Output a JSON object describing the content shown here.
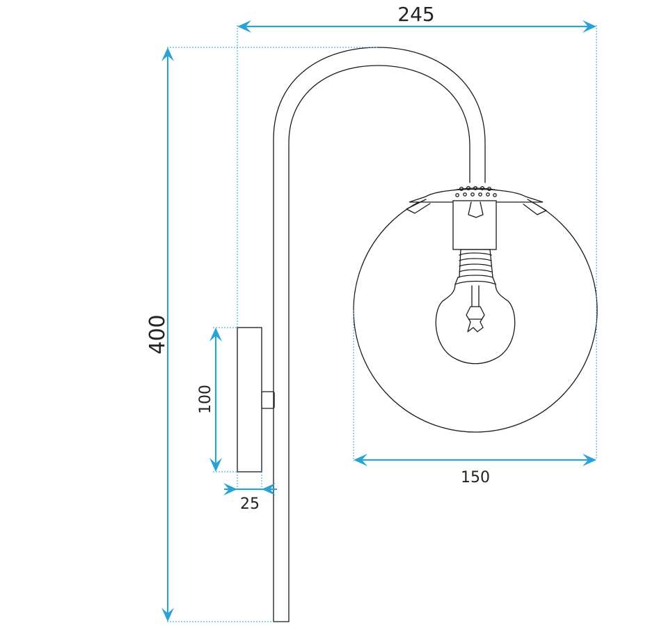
{
  "dimensions": {
    "total_width": {
      "label": "245"
    },
    "total_height": {
      "label": "400"
    },
    "globe_diameter": {
      "label": "150"
    },
    "backplate_height": {
      "label": "100"
    },
    "backplate_depth": {
      "label": "25"
    }
  },
  "colors": {
    "dimension": "#2aa3d4",
    "outline": "#1a1a1a",
    "text": "#222222"
  }
}
